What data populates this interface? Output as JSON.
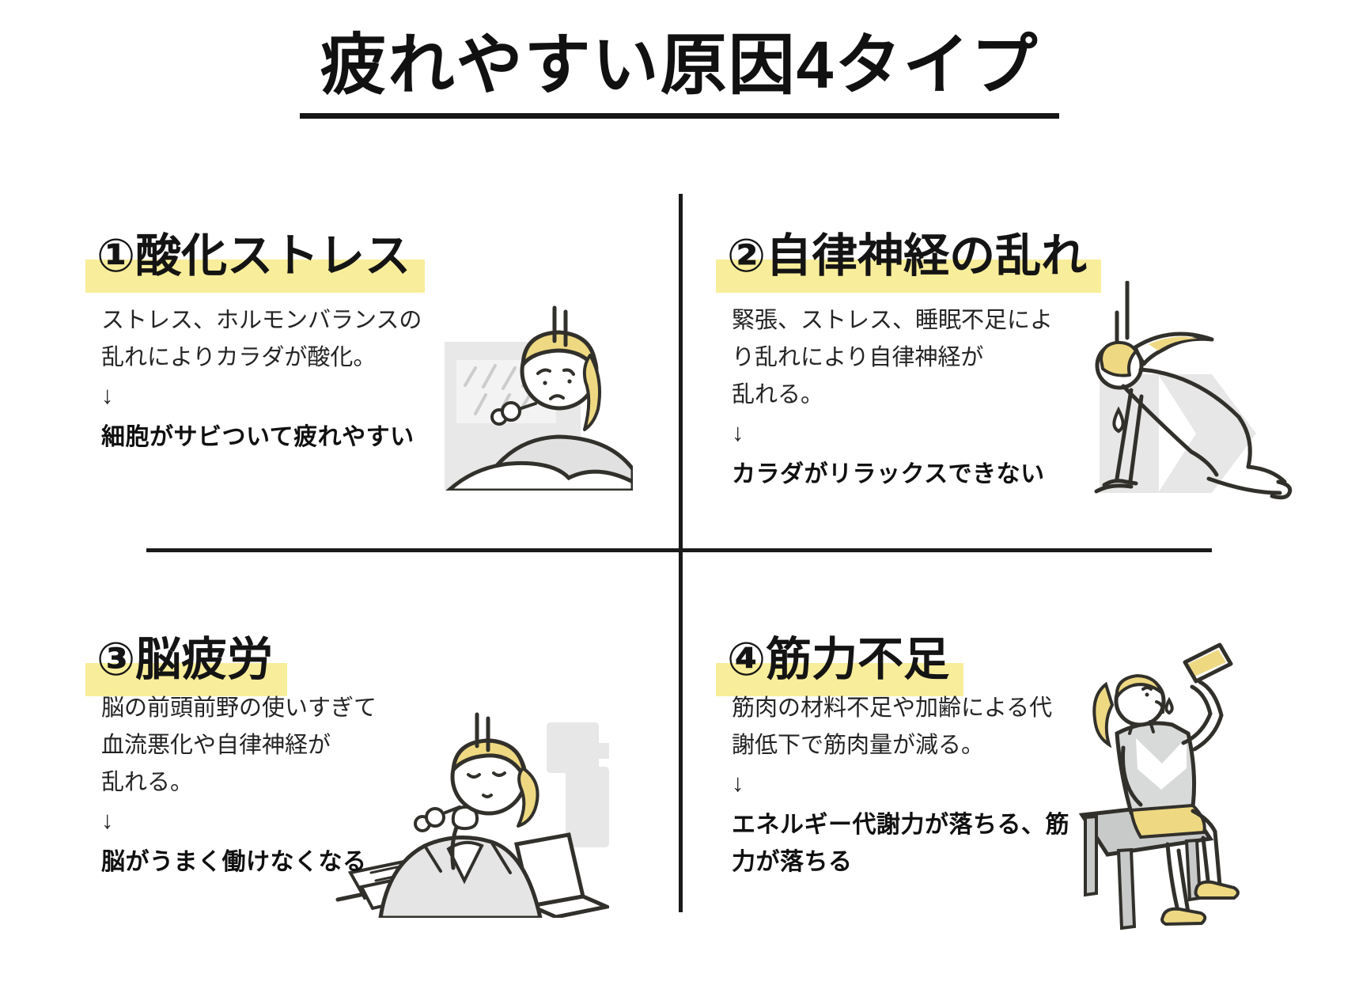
{
  "title": "疲れやすい原因4タイプ",
  "colors": {
    "highlight_yellow": "#f8ed9a",
    "hair_yellow": "#eed982",
    "illustration_gray": "#e7e7e7",
    "bench_gray": "#c8cac9",
    "line_dark": "#32302b"
  },
  "quadrants": [
    {
      "heading": "①酸化ストレス",
      "body_lines": [
        "ストレス、ホルモンバランスの",
        "乱れによりカラダが酸化。"
      ],
      "arrow": "↓",
      "result_lines": [
        "細胞がサビついて疲れやすい"
      ],
      "illustration": "woman-gazing-at-rainy-window"
    },
    {
      "heading": "②自律神経の乱れ",
      "body_lines": [
        "緊張、ストレス、睡眠不足によ",
        "り乱れにより自律神経が",
        "乱れる。"
      ],
      "arrow": "↓",
      "result_lines": [
        "カラダがリラックスできない"
      ],
      "illustration": "exhausted-woman-on-all-fours"
    },
    {
      "heading": "③脳疲労",
      "body_lines": [
        "脳の前頭前野の使いすぎて",
        "血流悪化や自律神経が",
        "乱れる。"
      ],
      "arrow": "↓",
      "result_lines": [
        "脳がうまく働けなくなる"
      ],
      "illustration": "tired-woman-at-desk-with-laptop"
    },
    {
      "heading": "④筋力不足",
      "body_lines": [
        "筋肉の材料不足や加齢による代",
        "謝低下で筋肉量が減る。"
      ],
      "arrow": "↓",
      "result_lines": [
        "エネルギー代謝力が落ちる、筋",
        "力が落ちる"
      ],
      "illustration": "woman-drinking-on-bench"
    }
  ]
}
